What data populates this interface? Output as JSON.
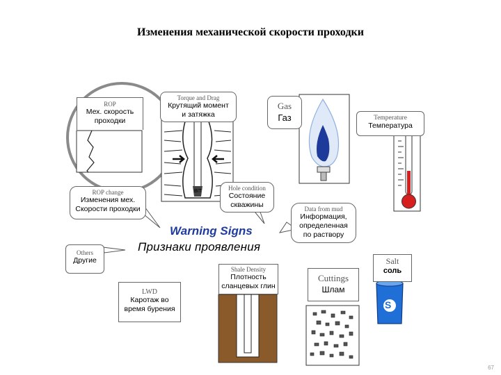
{
  "title": "Изменения механической скорости проходки",
  "rop": {
    "en": "ROP",
    "ru_line1": "Мех. скорость",
    "ru_line2": "проходки"
  },
  "torque": {
    "en": "Torque and Drag",
    "ru_line1": "Крутящий момент",
    "ru_line2": "и затяжка"
  },
  "gas": {
    "en": "Gas",
    "ru": "Газ"
  },
  "temperature": {
    "en": "Temperature",
    "ru": "Температура"
  },
  "rop_change": {
    "en": "ROP change",
    "ru_line1": "Изменения мех.",
    "ru_line2": "Скорости проходки"
  },
  "hole": {
    "en": "Hole condition",
    "ru_line1": "Состояние",
    "ru_line2": "скважины"
  },
  "mud": {
    "en": "Data from mud",
    "ru_line1": "Информация,",
    "ru_line2": "определенная",
    "ru_line3": "по раствору"
  },
  "warning": {
    "en": "Warning Signs",
    "ru": "Признаки проявления"
  },
  "others": {
    "en": "Others",
    "ru": "Другие"
  },
  "shale": {
    "en": "Shale Density",
    "ru_line1": "Плотность",
    "ru_line2": "сланцевых глин"
  },
  "cuttings": {
    "en": "Cuttings",
    "ru": "Шлам"
  },
  "salt": {
    "en": "Salt",
    "ru": "соль",
    "can_letter": "S"
  },
  "lwd": {
    "en": "LWD",
    "ru_line1": "Каротаж во",
    "ru_line2": "время бурения"
  },
  "bit_label": "BIT",
  "page_number": "67",
  "colors": {
    "warning_blue": "#1f3b9e",
    "flame_blue": "#1e3a9a",
    "thermo_red": "#d62020",
    "mud_brown": "#8b5a2b",
    "salt_blue": "#1f6fd6"
  }
}
